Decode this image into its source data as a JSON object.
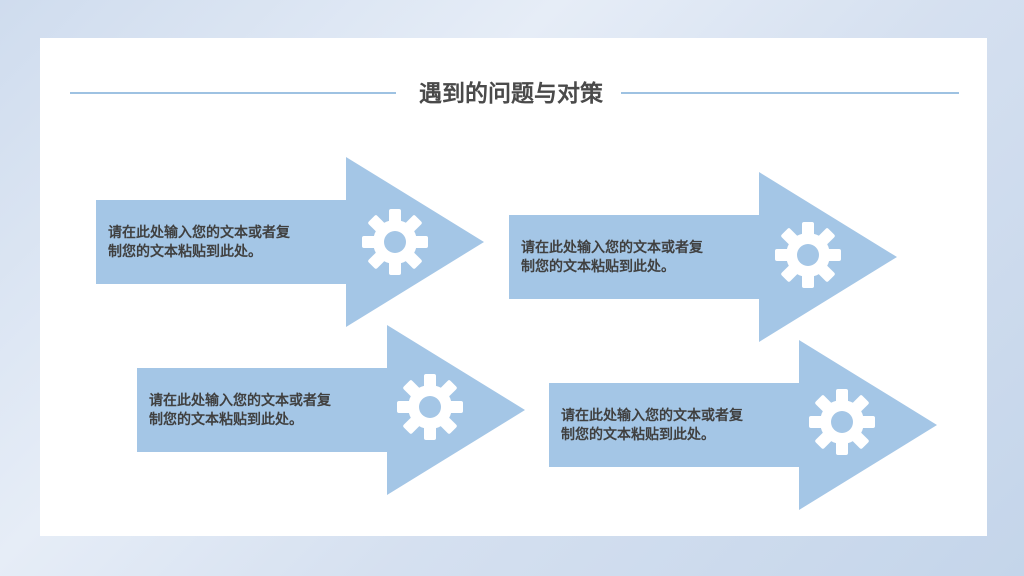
{
  "slide": {
    "title": "遇到的问题与对策",
    "accent_color": "#9ec2e2",
    "text_color": "#404040"
  },
  "arrows": [
    {
      "line1": "请在此处输入您的文本或者复",
      "line2": "制您的文本粘贴到此处。",
      "icon": "gear-icon"
    },
    {
      "line1": "请在此处输入您的文本或者复",
      "line2": "制您的文本粘贴到此处。",
      "icon": "gear-icon"
    },
    {
      "line1": "请在此处输入您的文本或者复",
      "line2": "制您的文本粘贴到此处。",
      "icon": "gear-icon"
    },
    {
      "line1": "请在此处输入您的文本或者复",
      "line2": "制您的文本粘贴到此处。",
      "icon": "gear-icon"
    }
  ]
}
